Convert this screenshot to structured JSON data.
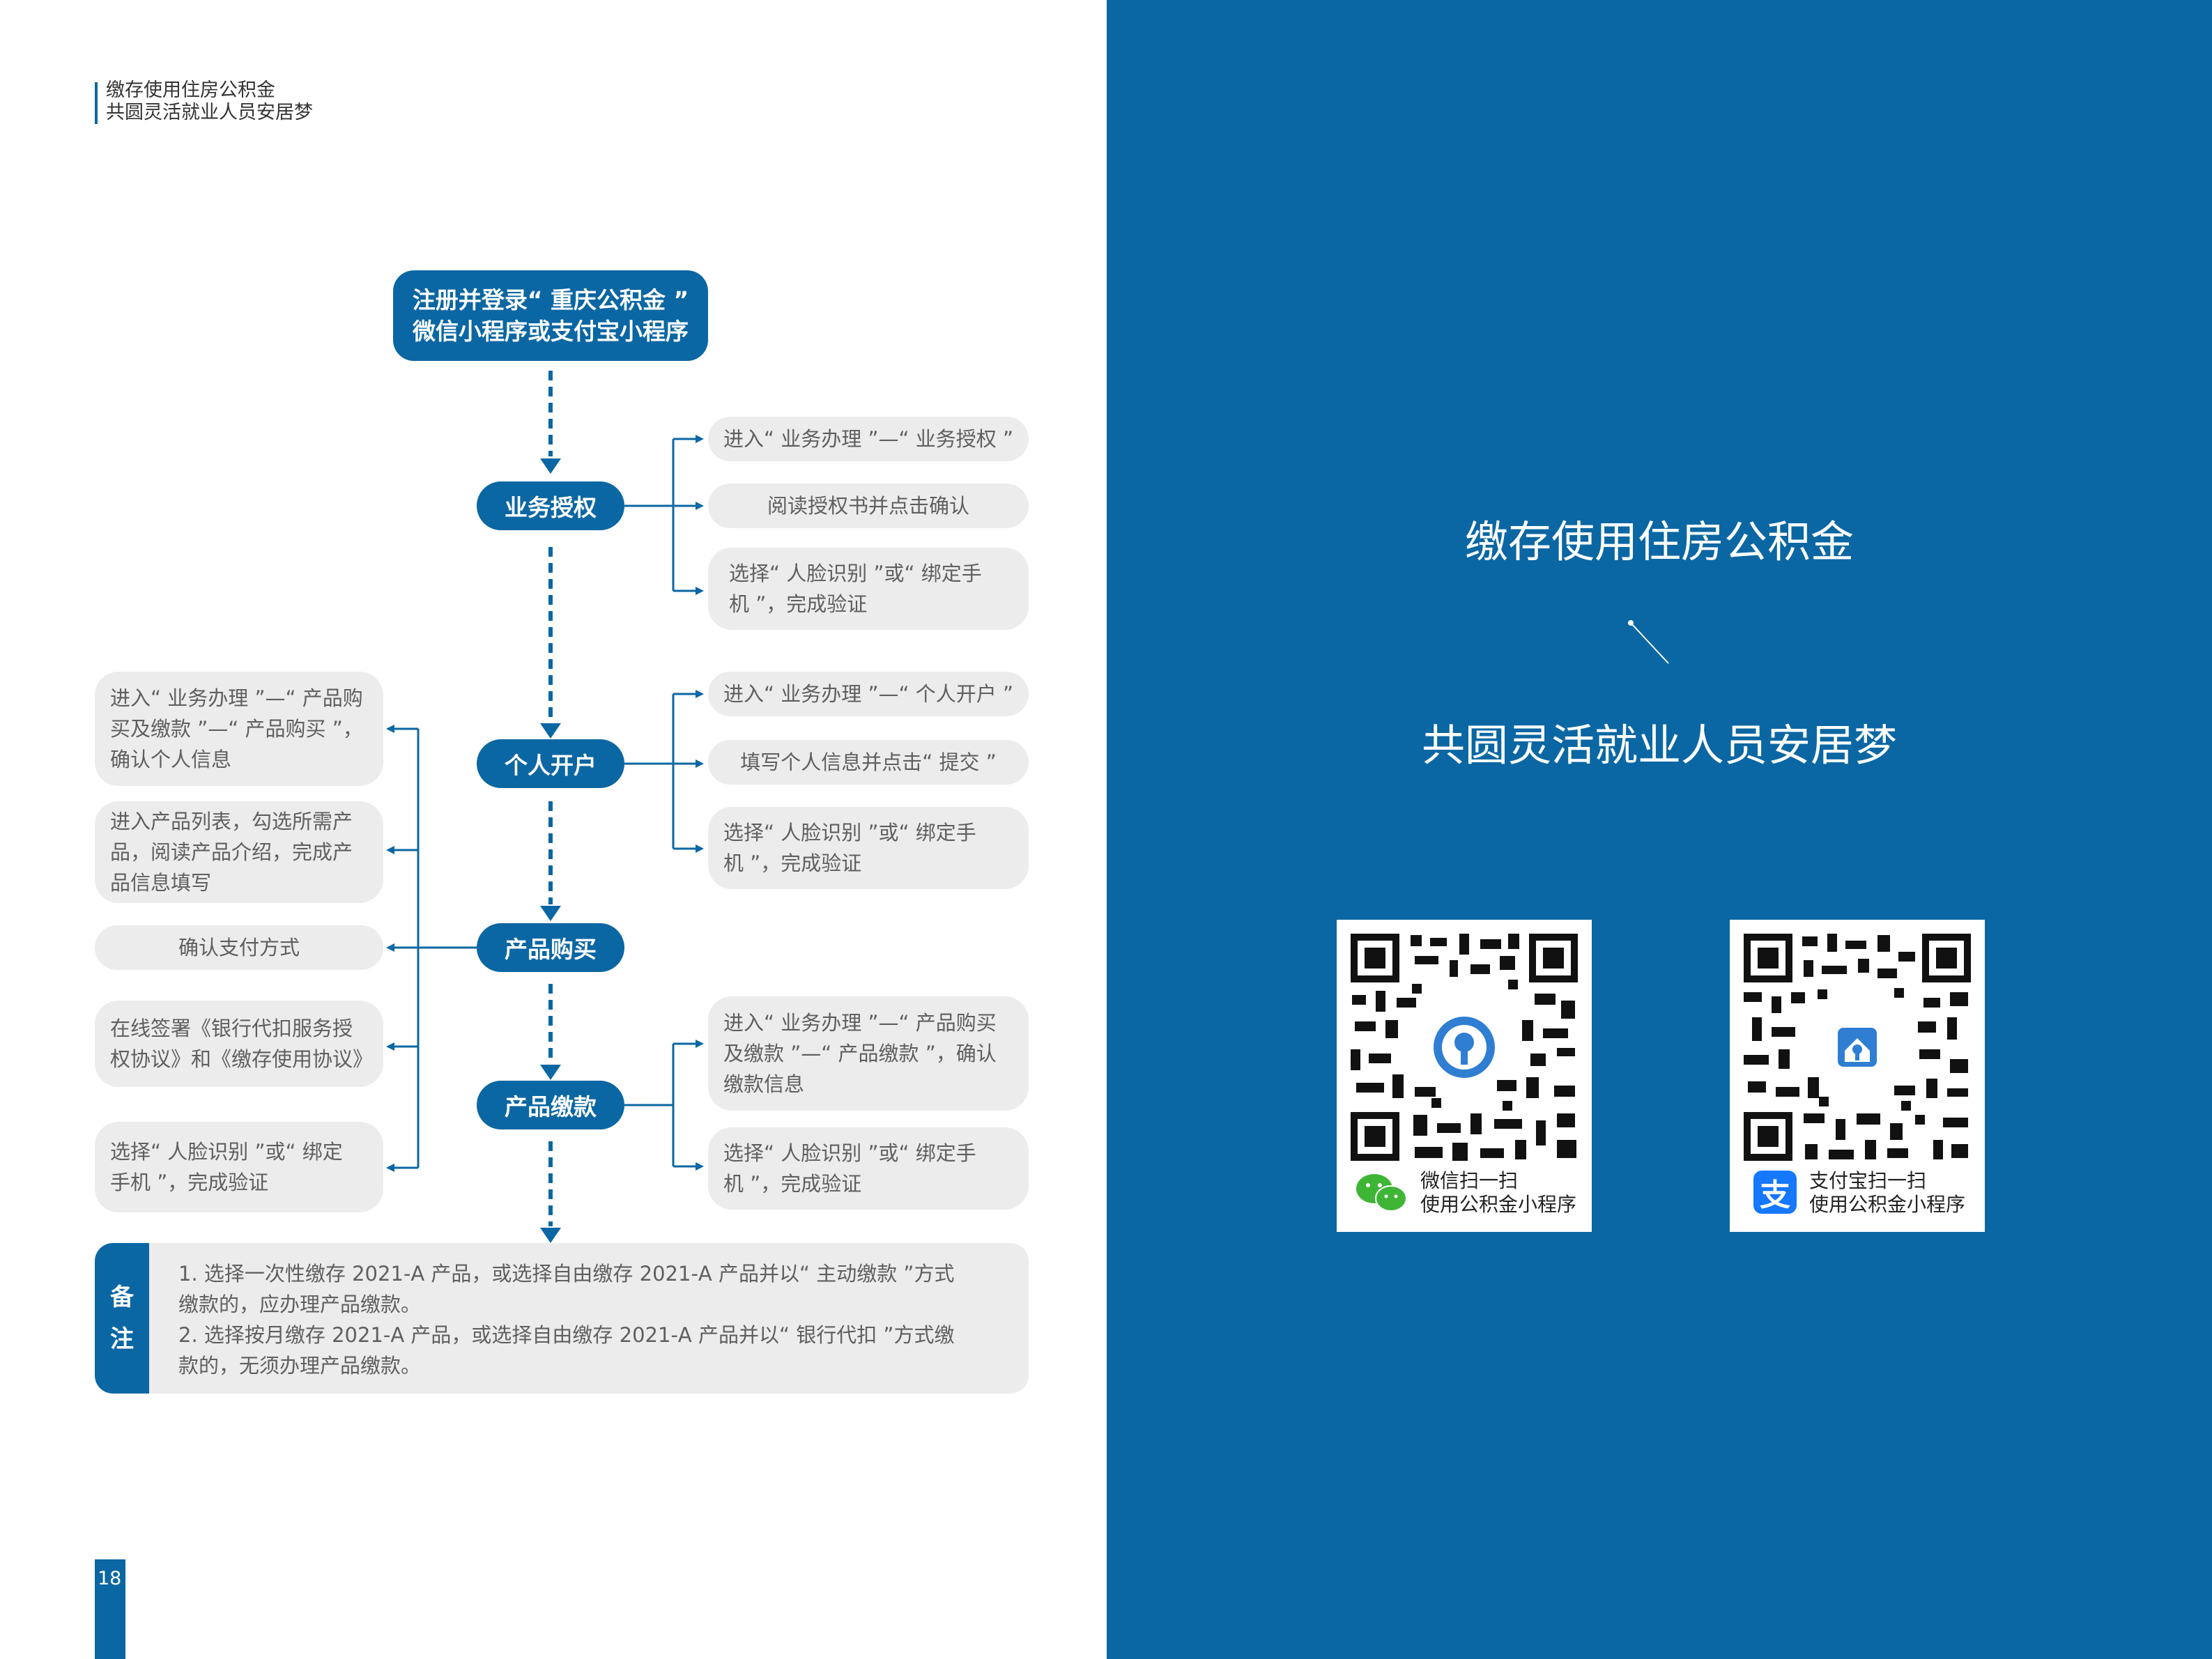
{
  "header": {
    "line1": "缴存使用住房公积金",
    "line2": "共圆灵活就业人员安居梦"
  },
  "flow": {
    "top_box": {
      "line1": "注册并登录“ 重庆公积金 ”",
      "line2": "微信小程序或支付宝小程序"
    },
    "steps": [
      {
        "label": "业务授权"
      },
      {
        "label": "个人开户"
      },
      {
        "label": "产品购买"
      },
      {
        "label": "产品缴款"
      }
    ],
    "right_notes": {
      "auth": [
        "进入“ 业务办理 ”—“ 业务授权 ”",
        "阅读授权书并点击确认",
        "选择“ 人脸识别 ”或“ 绑定手\n机 ”，完成验证"
      ],
      "open": [
        "进入“ 业务办理 ”—“ 个人开户 ”",
        "填写个人信息并点击“ 提交 ”",
        "选择“ 人脸识别 ”或“ 绑定手\n机 ”，完成验证"
      ],
      "pay": [
        "进入“ 业务办理 ”—“ 产品购买\n及缴款 ”—“ 产品缴款 ”，确认\n缴款信息",
        "选择“ 人脸识别 ”或“ 绑定手\n机 ”，完成验证"
      ]
    },
    "left_notes": [
      "进入“ 业务办理 ”—“ 产品购\n买及缴款 ”—“ 产品购买 ”，\n确认个人信息",
      "进入产品列表，勾选所需产\n品，阅读产品介绍，完成产\n品信息填写",
      "确认支付方式",
      "在线签署《银行代扣服务授\n权协议》和《缴存使用协议》",
      "选择“ 人脸识别 ”或“ 绑定\n手机 ”，完成验证"
    ]
  },
  "remarks": {
    "label_1": "备",
    "label_2": "注",
    "line1": "1. 选择一次性缴存 2021-A 产品，或选择自由缴存 2021-A 产品并以“ 主动缴款 ”方式",
    "line2": "缴款的，应办理产品缴款。",
    "line3": "2. 选择按月缴存 2021-A 产品，或选择自由缴存 2021-A 产品并以“ 银行代扣 ”方式缴",
    "line4": "款的，无须办理产品缴款。"
  },
  "page_number": "18",
  "right_panel": {
    "title": "缴存使用住房公积金",
    "subtitle": "共圆灵活就业人员安居梦",
    "qr_wechat": {
      "line1": "微信扫一扫",
      "line2": "使用公积金小程序",
      "icon": "wechat-icon"
    },
    "qr_alipay": {
      "line1": "支付宝扫一扫",
      "line2": "使用公积金小程序",
      "icon": "alipay-icon",
      "icon_glyph": "支"
    }
  },
  "colors": {
    "brand_blue": "#0b67a3",
    "pill_gray": "#ececec",
    "text_gray": "#5f5f5f"
  }
}
